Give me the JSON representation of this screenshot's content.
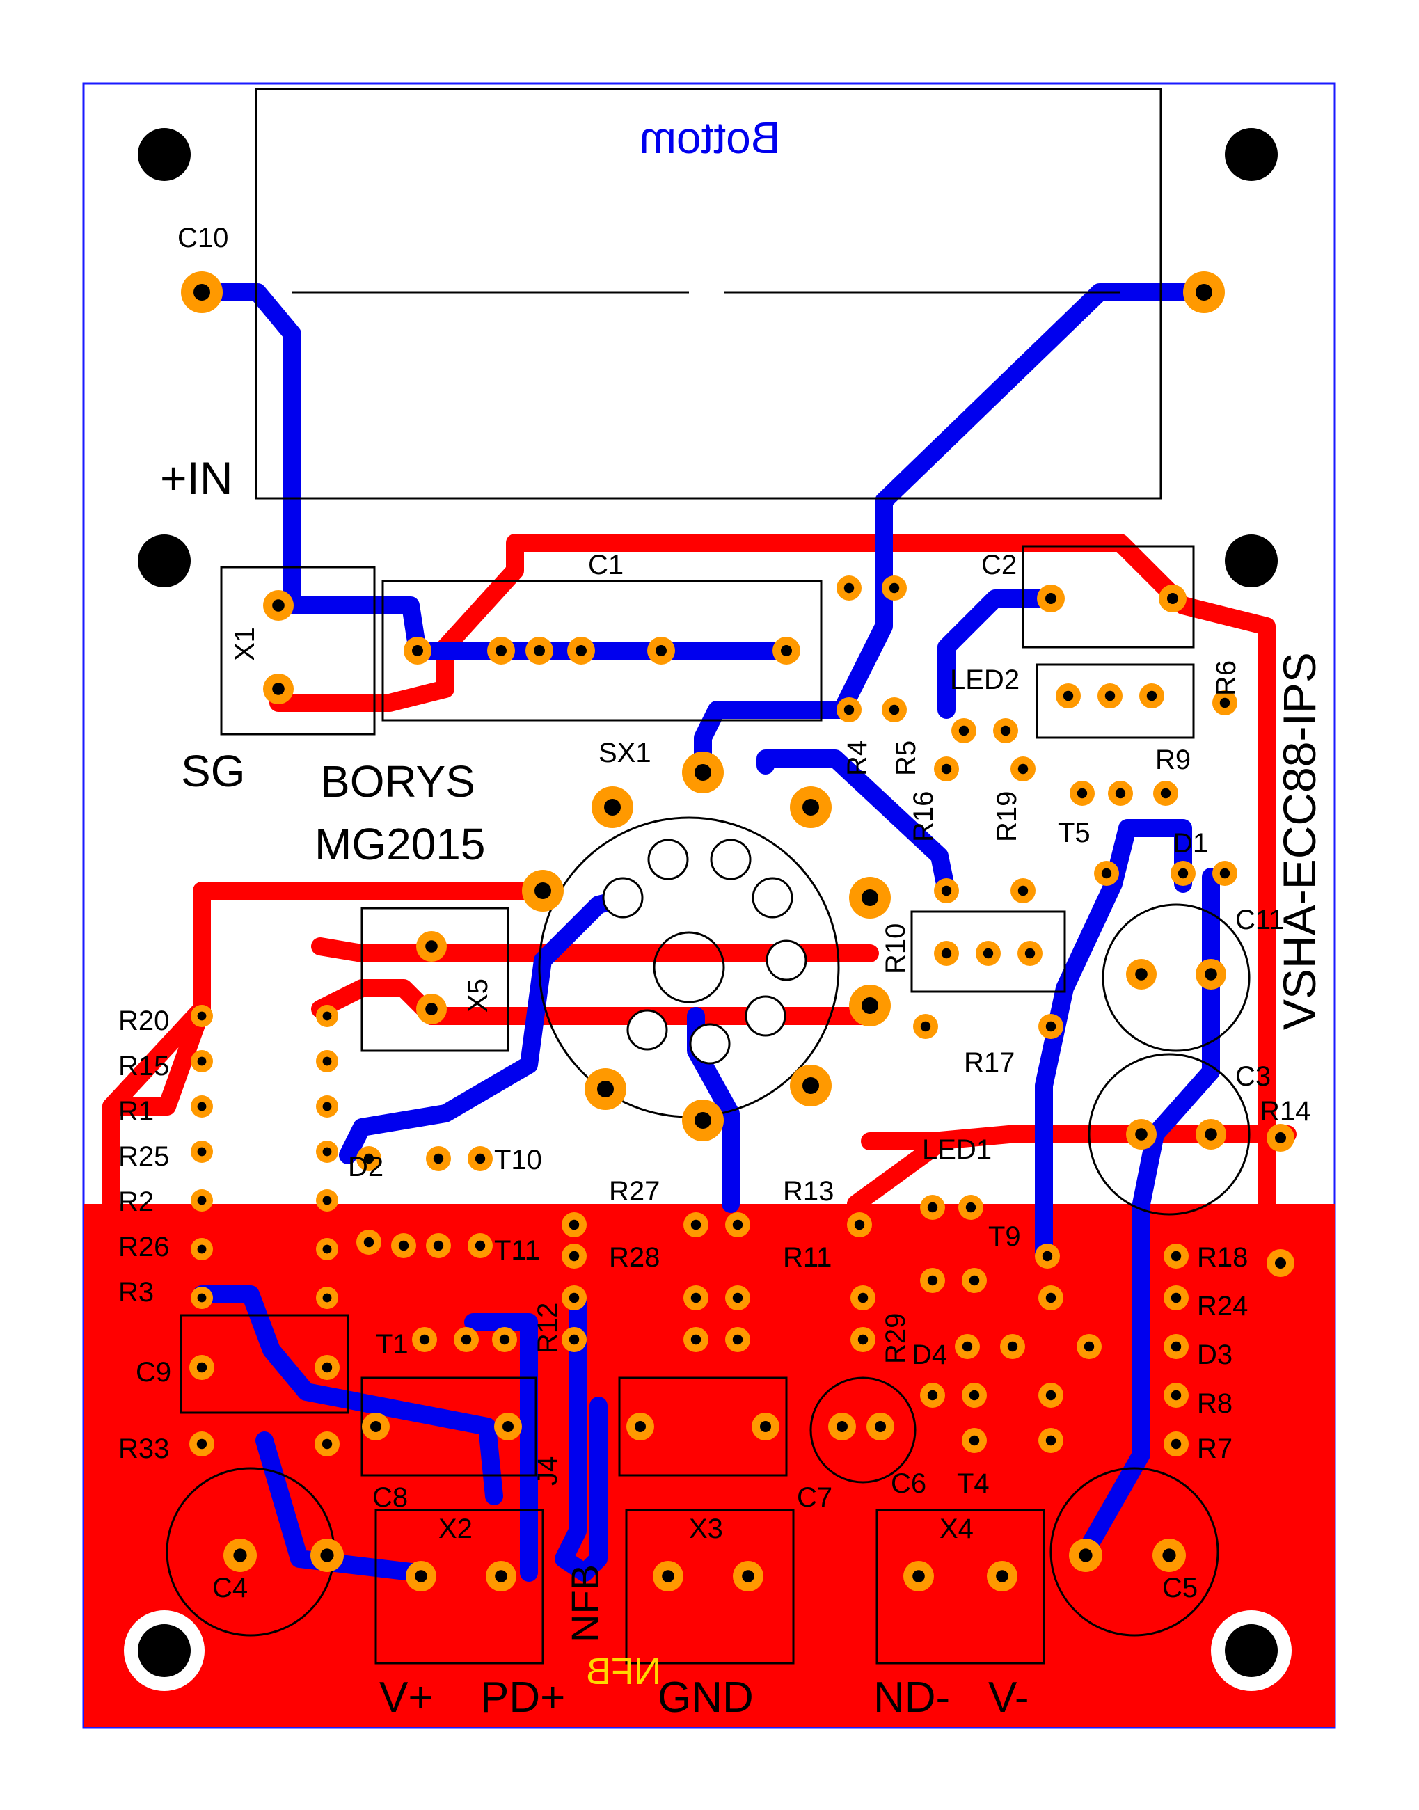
{
  "title": "VSHA-ECC88-IPS",
  "author_line1": "BORYS",
  "author_line2": "MG2015",
  "layer_label": "Bottom",
  "silk_nfb": "NFB",
  "mirrored_nfb": "NFB",
  "input_label": "+IN",
  "sg_label": "SG",
  "connector_labels": {
    "v_plus": "V+",
    "pd_plus": "PD+",
    "gnd": "GND",
    "nd_minus": "ND-",
    "v_minus": "V-"
  },
  "colors": {
    "board_outline": "#1a1aff",
    "top_copper": "#ff0000",
    "bottom_copper": "#0000ee",
    "pad": "#ff9900",
    "silkscreen": "#000000",
    "yellow_text": "#ffd700"
  },
  "components": [
    {
      "id": "C10",
      "label": "C10"
    },
    {
      "id": "C1",
      "label": "C1"
    },
    {
      "id": "C2",
      "label": "C2"
    },
    {
      "id": "X1",
      "label": "X1"
    },
    {
      "id": "SX1",
      "label": "SX1"
    },
    {
      "id": "R4",
      "label": "R4"
    },
    {
      "id": "R5",
      "label": "R5"
    },
    {
      "id": "LED2",
      "label": "LED2"
    },
    {
      "id": "R6",
      "label": "R6"
    },
    {
      "id": "R9",
      "label": "R9"
    },
    {
      "id": "T5",
      "label": "T5"
    },
    {
      "id": "R16",
      "label": "R16"
    },
    {
      "id": "R19",
      "label": "R19"
    },
    {
      "id": "D1",
      "label": "D1"
    },
    {
      "id": "C11",
      "label": "C11"
    },
    {
      "id": "R10",
      "label": "R10"
    },
    {
      "id": "X5",
      "label": "X5"
    },
    {
      "id": "R17",
      "label": "R17"
    },
    {
      "id": "C3",
      "label": "C3"
    },
    {
      "id": "R14",
      "label": "R14"
    },
    {
      "id": "R20",
      "label": "R20"
    },
    {
      "id": "R15",
      "label": "R15"
    },
    {
      "id": "R1",
      "label": "R1"
    },
    {
      "id": "R25",
      "label": "R25"
    },
    {
      "id": "R2",
      "label": "R2"
    },
    {
      "id": "R26",
      "label": "R26"
    },
    {
      "id": "R3",
      "label": "R3"
    },
    {
      "id": "C9",
      "label": "C9"
    },
    {
      "id": "R33",
      "label": "R33"
    },
    {
      "id": "D2",
      "label": "D2"
    },
    {
      "id": "T10",
      "label": "T10"
    },
    {
      "id": "T11",
      "label": "T11"
    },
    {
      "id": "T1",
      "label": "T1"
    },
    {
      "id": "R12",
      "label": "R12"
    },
    {
      "id": "R27",
      "label": "R27"
    },
    {
      "id": "R28",
      "label": "R28"
    },
    {
      "id": "R13",
      "label": "R13"
    },
    {
      "id": "R11",
      "label": "R11"
    },
    {
      "id": "LED1",
      "label": "LED1"
    },
    {
      "id": "T9",
      "label": "T9"
    },
    {
      "id": "R18",
      "label": "R18"
    },
    {
      "id": "R24",
      "label": "R24"
    },
    {
      "id": "D3",
      "label": "D3"
    },
    {
      "id": "R8",
      "label": "R8"
    },
    {
      "id": "R7",
      "label": "R7"
    },
    {
      "id": "R29",
      "label": "R29"
    },
    {
      "id": "D4",
      "label": "D4"
    },
    {
      "id": "T4",
      "label": "T4"
    },
    {
      "id": "C6",
      "label": "C6"
    },
    {
      "id": "C7",
      "label": "C7"
    },
    {
      "id": "C8",
      "label": "C8"
    },
    {
      "id": "C4",
      "label": "C4"
    },
    {
      "id": "C5",
      "label": "C5"
    },
    {
      "id": "X2",
      "label": "X2"
    },
    {
      "id": "X3",
      "label": "X3"
    },
    {
      "id": "X4",
      "label": "X4"
    },
    {
      "id": "J4",
      "label": "J4"
    }
  ]
}
